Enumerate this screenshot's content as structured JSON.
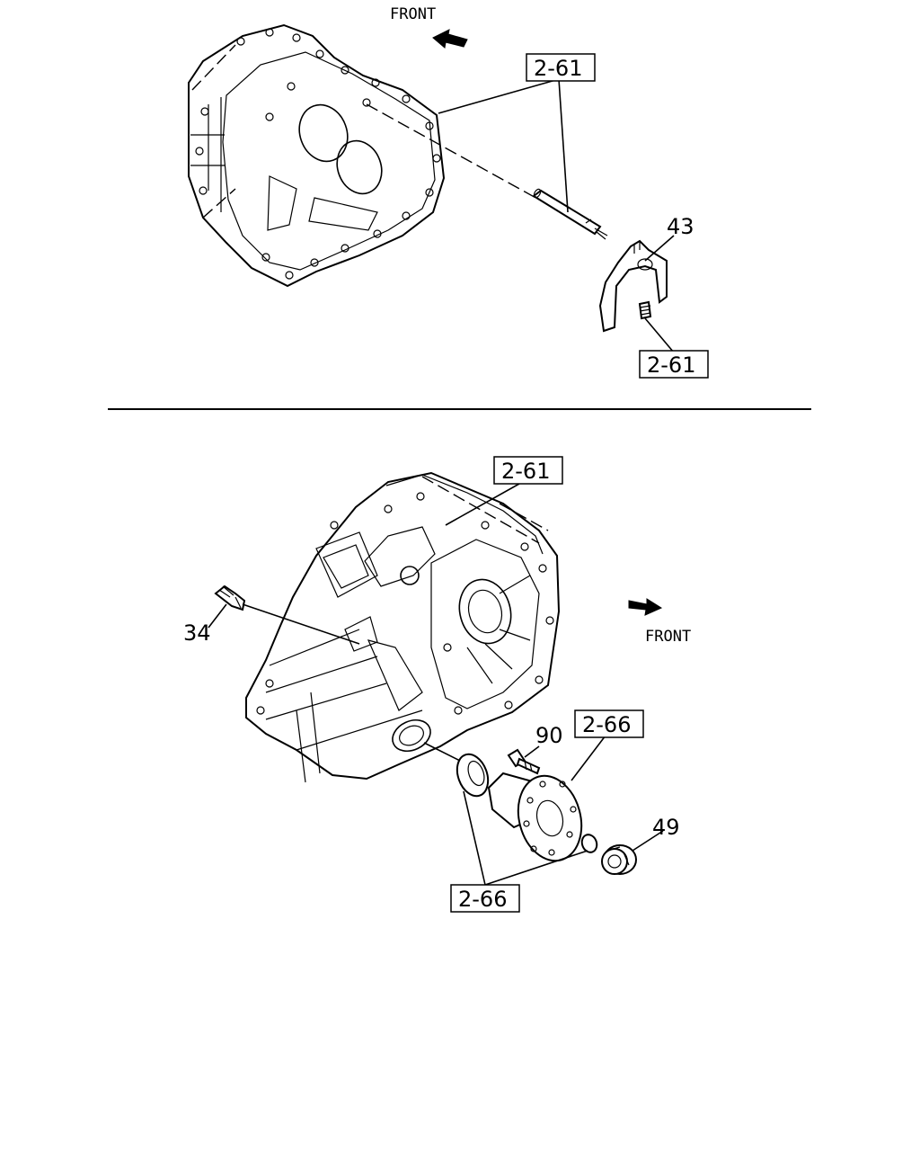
{
  "top_view": {
    "front_label": "FRONT",
    "callouts": {
      "ref_upper": "2-61",
      "ref_lower": "2-61",
      "part_43": "43"
    }
  },
  "bottom_view": {
    "front_label": "FRONT",
    "callouts": {
      "ref_case": "2-61",
      "part_34": "34",
      "part_90": "90",
      "ref_flange": "2-66",
      "ref_seal": "2-66",
      "part_49": "49"
    }
  }
}
